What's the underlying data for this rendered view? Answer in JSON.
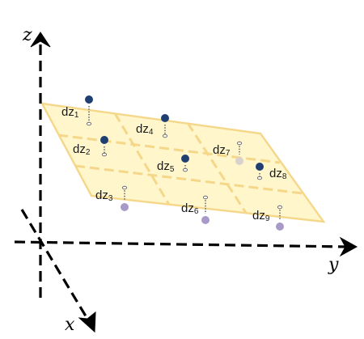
{
  "axes": {
    "z_label": "z",
    "y_label": "y",
    "x_label": "x"
  },
  "colors": {
    "plane_fill": "#fff6cc",
    "plane_border": "#f5d78a",
    "point_dark_blue": "#1f3f73",
    "point_lavender": "#a999c8",
    "point_light_gray": "#d8d2cc",
    "stem": "#6b6b6b"
  },
  "points": [
    {
      "prefix": "dz",
      "sub": "1",
      "color": "point_dark_blue"
    },
    {
      "prefix": "dz",
      "sub": "2",
      "color": "point_dark_blue"
    },
    {
      "prefix": "dz",
      "sub": "3",
      "color": "point_lavender"
    },
    {
      "prefix": "dz",
      "sub": "4",
      "color": "point_dark_blue"
    },
    {
      "prefix": "dz",
      "sub": "5",
      "color": "point_dark_blue"
    },
    {
      "prefix": "dz",
      "sub": "6",
      "color": "point_lavender"
    },
    {
      "prefix": "dz",
      "sub": "7",
      "color": "point_light_gray"
    },
    {
      "prefix": "dz",
      "sub": "8",
      "color": "point_dark_blue"
    },
    {
      "prefix": "dz",
      "sub": "9",
      "color": "point_lavender"
    }
  ]
}
